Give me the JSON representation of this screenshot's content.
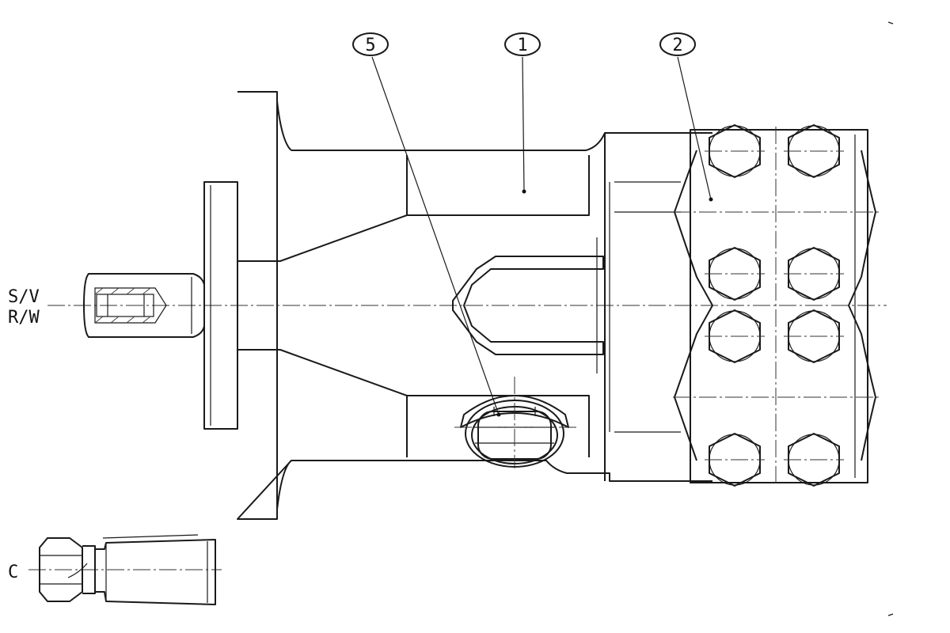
{
  "callouts": [
    {
      "id": "5"
    },
    {
      "id": "1"
    },
    {
      "id": "2"
    }
  ],
  "labels": {
    "shaft_sv": "S/V",
    "shaft_rw": "R/W",
    "shaft_c": "C"
  }
}
